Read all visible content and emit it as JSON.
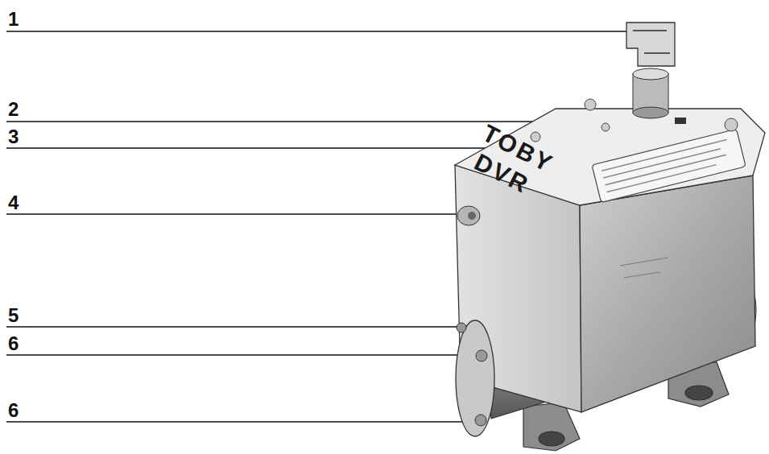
{
  "diagram": {
    "labels": [
      "1",
      "2",
      "3",
      "4",
      "5",
      "6",
      "6",
      "TOBY",
      "DVR"
    ]
  }
}
